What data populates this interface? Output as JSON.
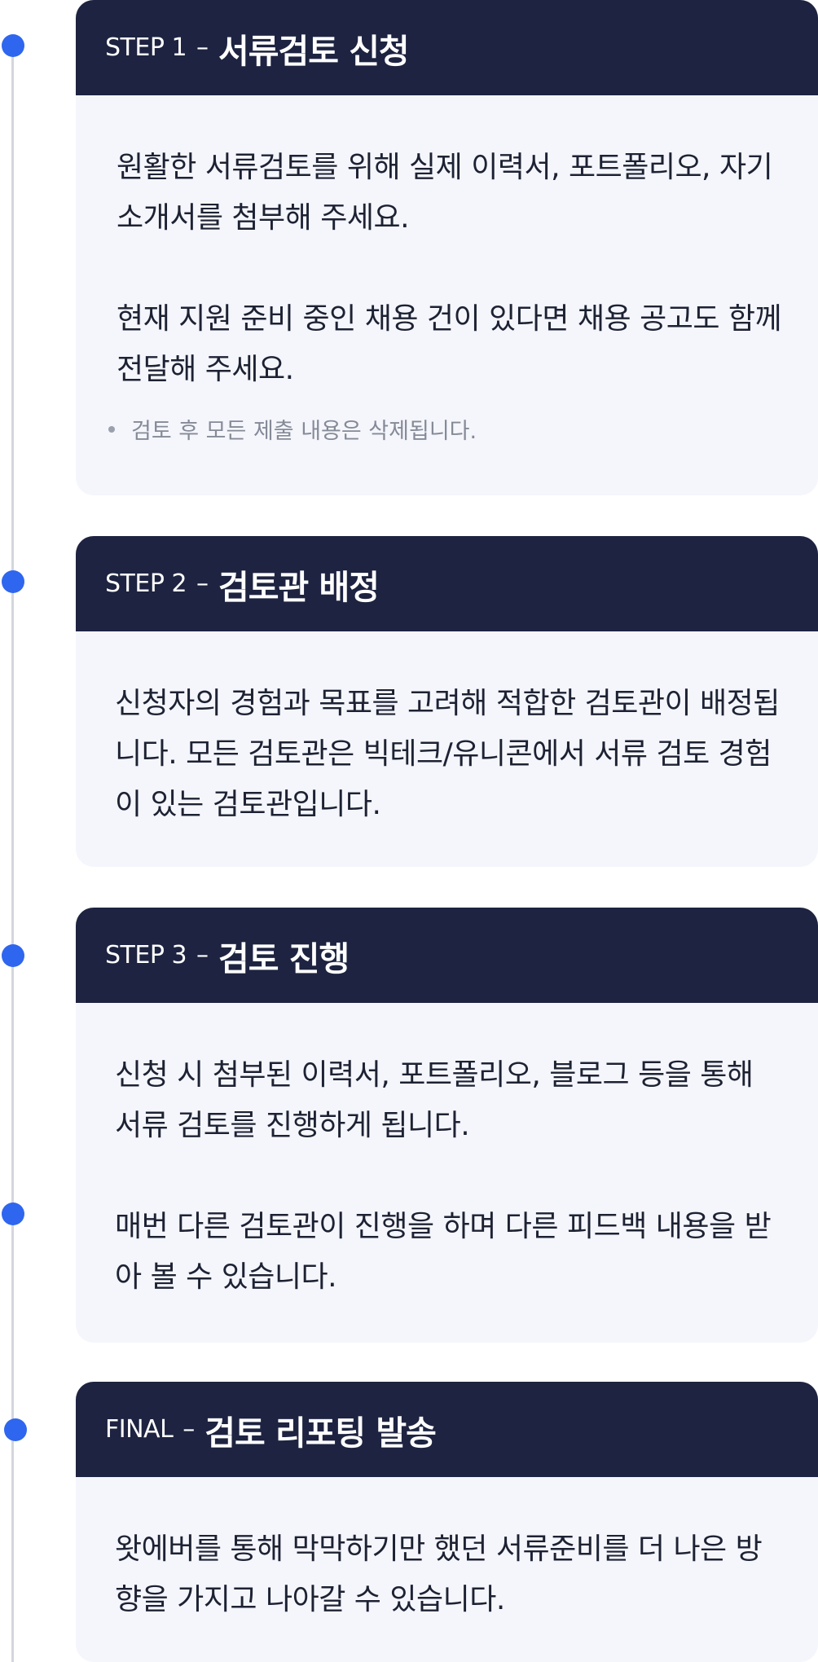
{
  "colors": {
    "header_bg": "#1d2340",
    "card_bg": "#f5f6fc",
    "dot": "#2f66ef",
    "line": "#d4d6dc"
  },
  "timeline": {
    "separator": "–",
    "steps": [
      {
        "label": "STEP 1",
        "title": "서류검토 신청",
        "paragraphs": [
          "원활한 서류검토를 위해 실제 이력서, 포트폴리오, 자기소개서를 첨부해 주세요.",
          "현재 지원 준비 중인 채용 건이 있다면 채용 공고도 함께 전달해 주세요."
        ],
        "note": "검토 후 모든 제출 내용은 삭제됩니다."
      },
      {
        "label": "STEP 2",
        "title": "검토관 배정",
        "paragraphs": [
          "신청자의 경험과 목표를 고려해 적합한 검토관이 배정됩니다. 모든 검토관은 빅테크/유니콘에서 서류 검토 경험이 있는 검토관입니다."
        ]
      },
      {
        "label": "STEP 3",
        "title": "검토 진행",
        "paragraphs": [
          "신청 시 첨부된 이력서, 포트폴리오, 블로그 등을 통해 서류 검토를 진행하게 됩니다.",
          "매번 다른 검토관이 진행을 하며 다른 피드백 내용을 받아 볼 수 있습니다."
        ]
      },
      {
        "label": "FINAL",
        "title": "검토 리포팅 발송",
        "paragraphs": [
          "왓에버를 통해 막막하기만 했던 서류준비를 더 나은 방향을 가지고 나아갈 수 있습니다."
        ]
      }
    ]
  }
}
